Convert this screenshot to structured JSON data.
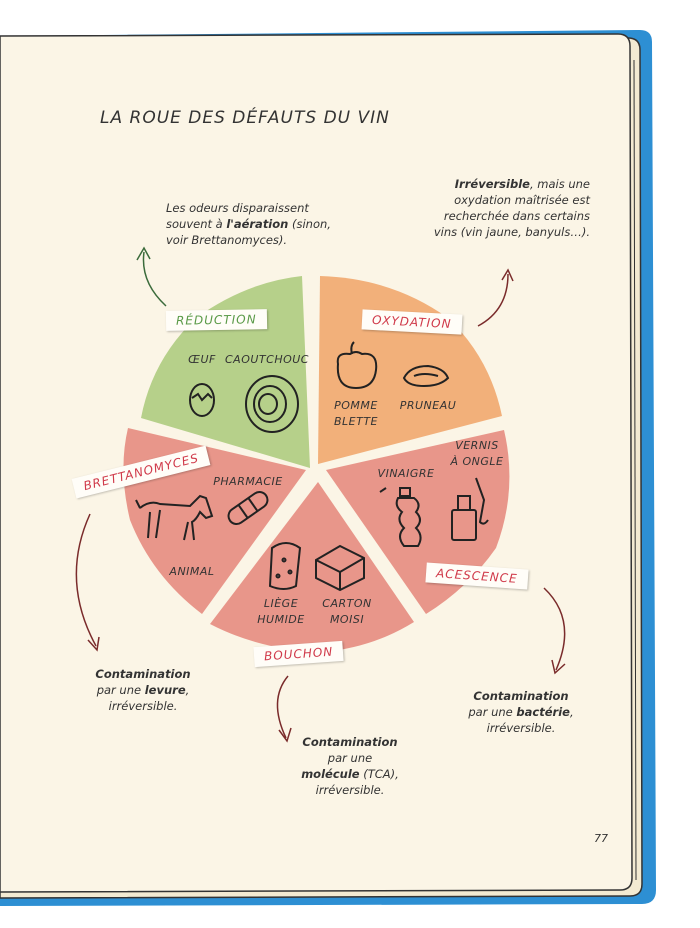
{
  "title": "LA ROUE DES DÉFAUTS DU VIN",
  "page_number": "77",
  "colors": {
    "reduction": "#b6d08a",
    "oxydation": "#f2b07a",
    "red_sector": "#e8968a",
    "paper": "#fbf5e6",
    "cover": "#2d8fd3",
    "green_text": "#5a9a48",
    "red_text": "#d03a4a"
  },
  "notes": {
    "reduction_pre": "Les odeurs disparaissent souvent à ",
    "reduction_bold": "l'aération",
    "reduction_post": " (sinon, voir Brettanomyces).",
    "oxydation_bold": "Irréversible",
    "oxydation_post": ", mais une oxydation maîtrisée est recherchée dans certains vins (vin jaune, banyuls…).",
    "brett_bold": "Contamination",
    "brett_pre": "par une ",
    "brett_bold2": "levure",
    "brett_post": ",",
    "brett_last": "irréversible.",
    "bouchon_bold": "Contamination",
    "bouchon_mid": "par une",
    "bouchon_bold2": "molécule",
    "bouchon_post": " (TCA),",
    "bouchon_last": "irréversible.",
    "acescence_bold": "Contamination",
    "acescence_pre": "par une ",
    "acescence_bold2": "bactérie",
    "acescence_post": ",",
    "acescence_last": "irréversible."
  },
  "categories": {
    "reduction": "RÉDUCTION",
    "oxydation": "OXYDATION",
    "brettanomyces": "BRETTANOMYCES",
    "bouchon": "BOUCHON",
    "acescence": "ACESCENCE"
  },
  "items": {
    "oeuf": "ŒUF",
    "caoutchouc": "CAOUTCHOUC",
    "pomme_1": "POMME",
    "pomme_2": "BLETTE",
    "pruneau": "PRUNEAU",
    "pharmacie": "PHARMACIE",
    "animal": "ANIMAL",
    "liege_1": "LIÈGE",
    "liege_2": "HUMIDE",
    "carton_1": "CARTON",
    "carton_2": "MOISI",
    "vinaigre": "VINAIGRE",
    "vernis_1": "VERNIS",
    "vernis_2": "À ONGLE"
  },
  "icons": [
    "egg-icon",
    "tire-icon",
    "apple-icon",
    "prune-icon",
    "bandage-icon",
    "horse-icon",
    "cork-icon",
    "box-icon",
    "bottle-icon",
    "nail-polish-icon"
  ]
}
